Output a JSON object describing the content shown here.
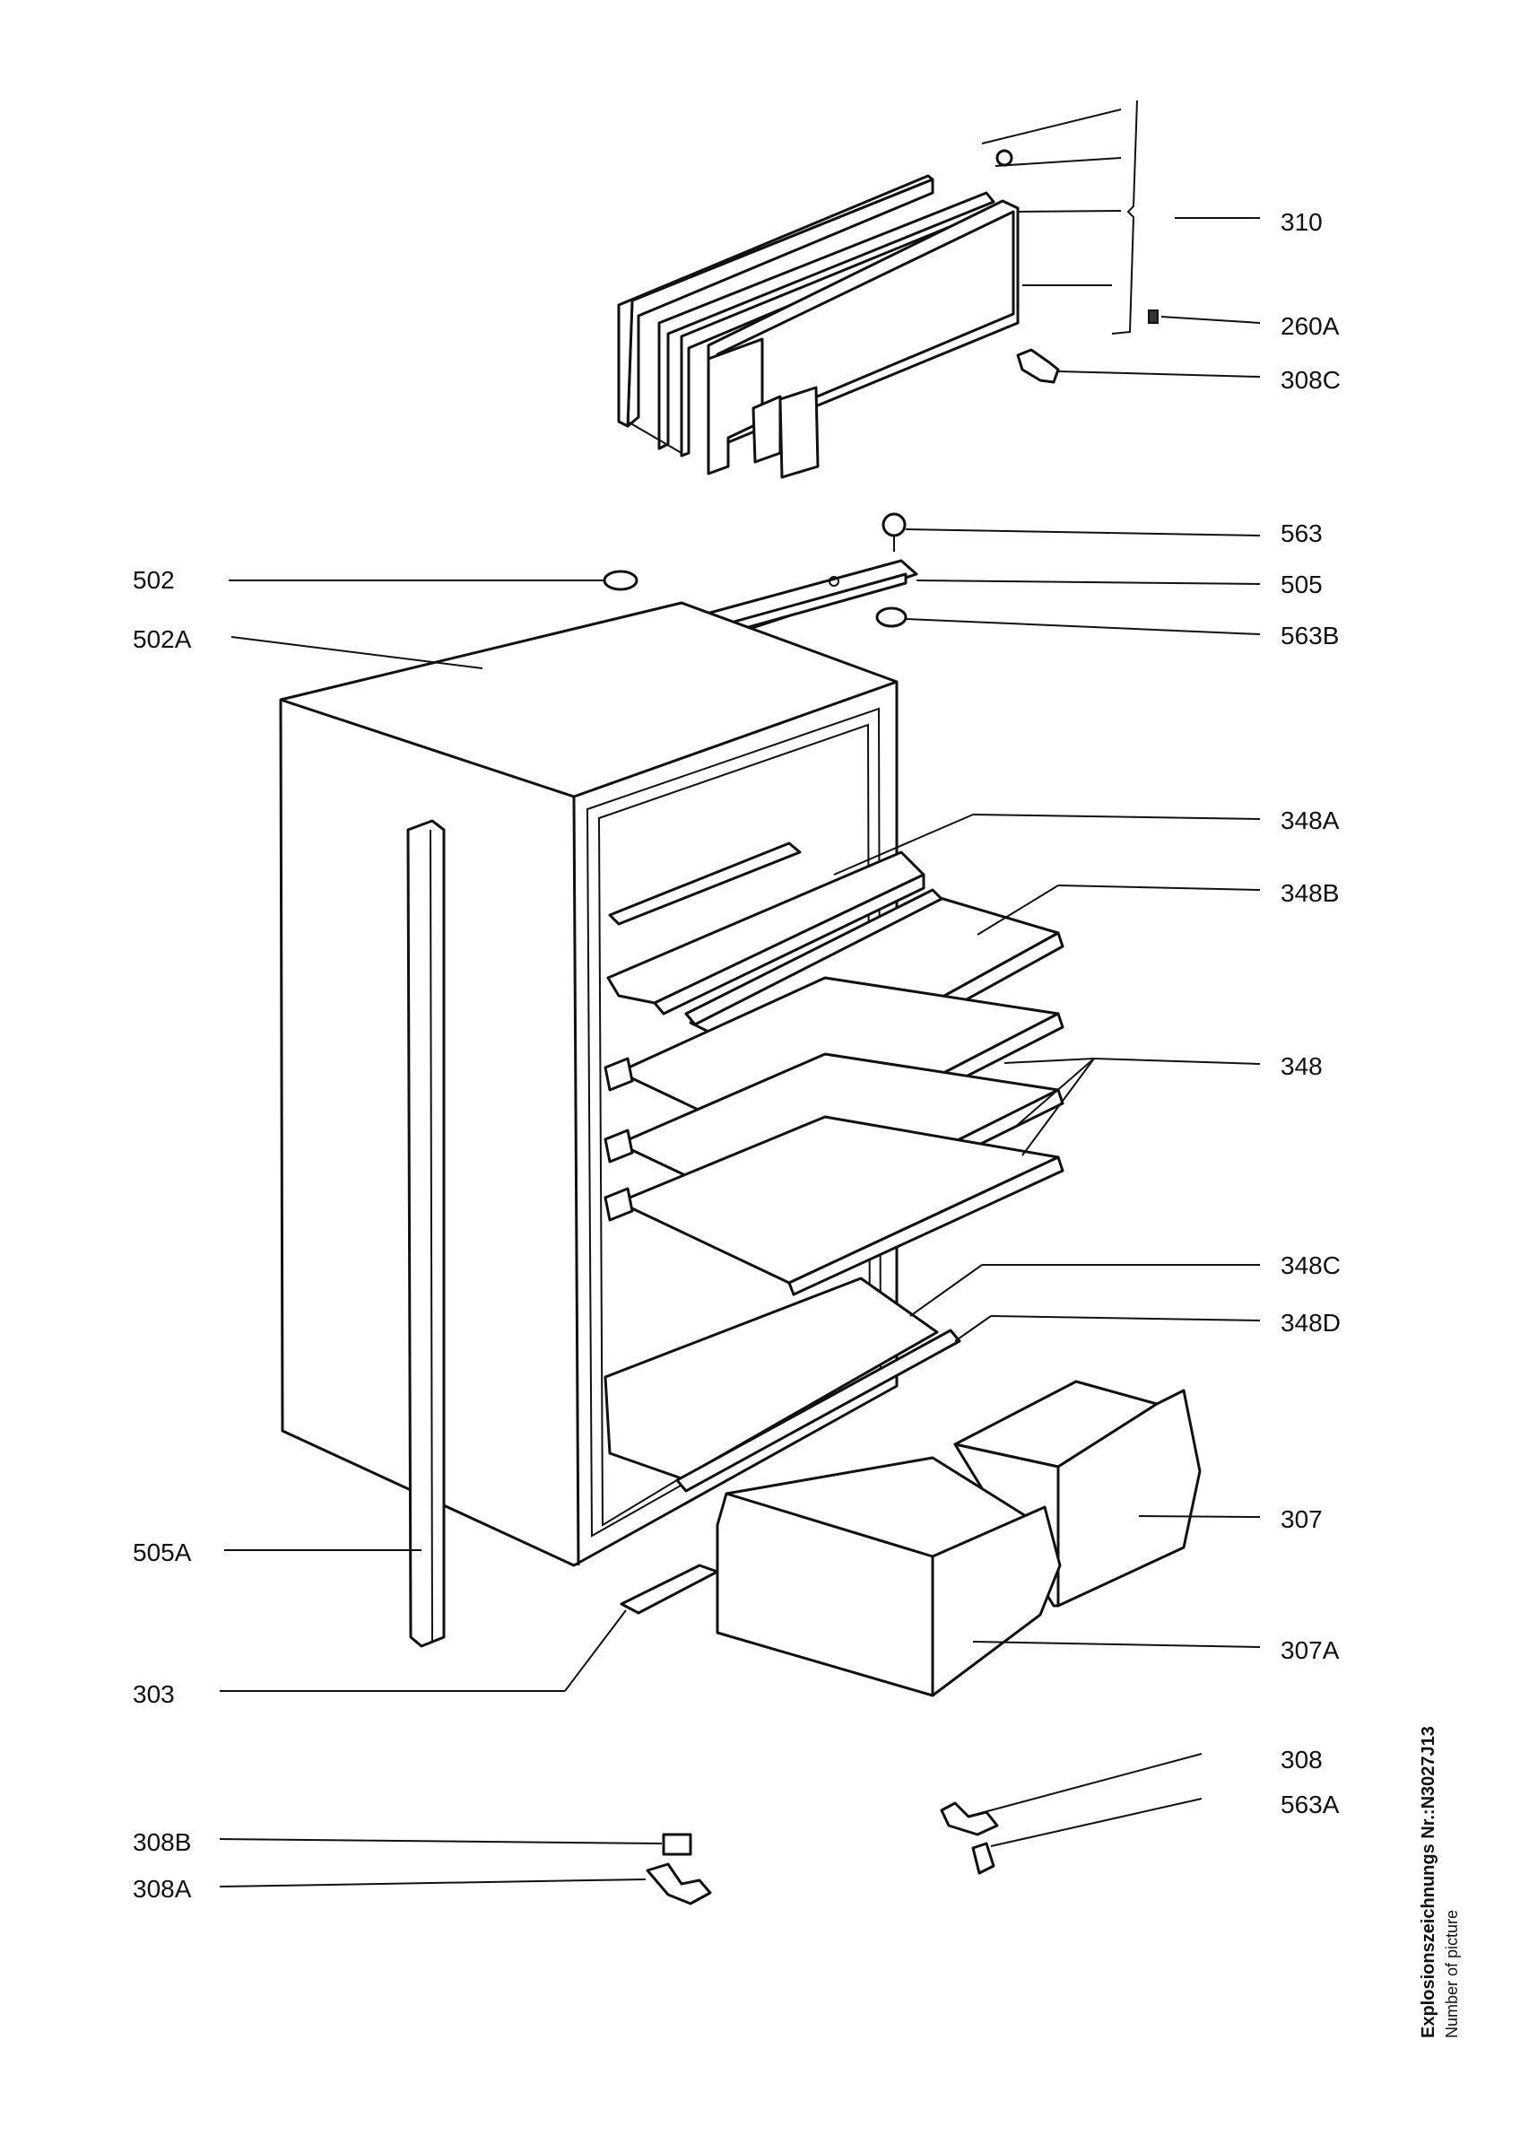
{
  "labels": {
    "l310": "310",
    "l260A": "260A",
    "l308C": "308C",
    "l563": "563",
    "l502": "502",
    "l505": "505",
    "l502A": "502A",
    "l563B": "563B",
    "l348A": "348A",
    "l348B": "348B",
    "l348": "348",
    "l348C": "348C",
    "l348D": "348D",
    "l307": "307",
    "l505A": "505A",
    "l307A": "307A",
    "l303": "303",
    "l308": "308",
    "l563A": "563A",
    "l308B": "308B",
    "l308A": "308A"
  },
  "caption": {
    "title": "Explosionszeichnungs Nr.:N3027J13",
    "subtitle": "Number of picture"
  }
}
